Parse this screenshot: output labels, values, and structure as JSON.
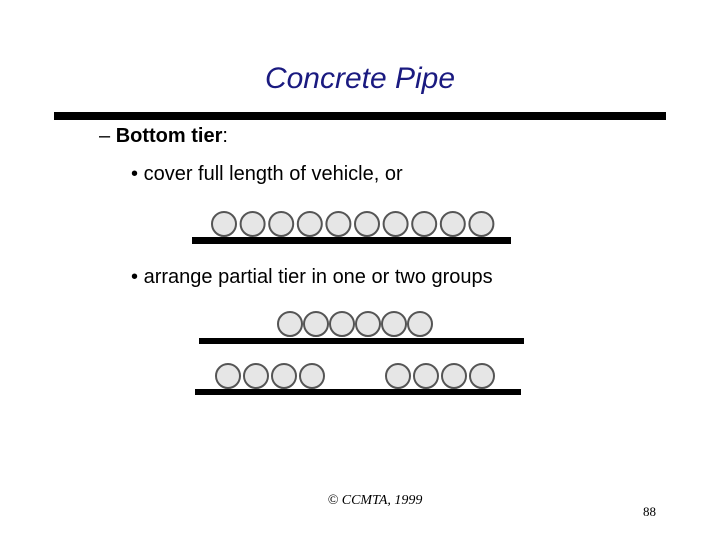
{
  "title": "Concrete Pipe",
  "bullets": {
    "dash": "–",
    "bottom_tier_label": "Bottom tier",
    "colon": ":",
    "dot": "•",
    "item1": "cover full length of vehicle, or",
    "item2": "arrange partial tier in one or two groups"
  },
  "footer": {
    "copyright": "© CCMTA, 1999",
    "page_number": "88"
  },
  "colors": {
    "title": "#1a1a80",
    "pipe_fill": "#e6e6e6",
    "pipe_stroke": "#555555"
  },
  "diagrams": [
    {
      "name": "full-length-tier",
      "pipes": 10
    },
    {
      "name": "single-group-tier",
      "pipes": 6
    },
    {
      "name": "two-group-tier",
      "groups": [
        4,
        4
      ]
    }
  ]
}
